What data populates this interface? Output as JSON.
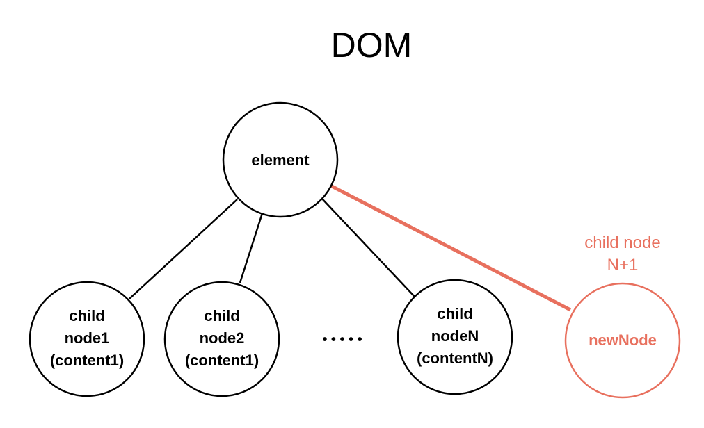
{
  "title": "DOM",
  "colors": {
    "stroke": "#000000",
    "accent": "#e8705e",
    "background": "#ffffff"
  },
  "root": {
    "label": "element"
  },
  "children": [
    {
      "lines": [
        "child",
        "node1",
        "(content1)"
      ]
    },
    {
      "lines": [
        "child",
        "node2",
        "(content1)"
      ]
    },
    {
      "lines": [
        "child",
        "nodeN",
        "(contentN)"
      ]
    }
  ],
  "ellipsis": "• • • • •",
  "new_node": {
    "label": "newNode",
    "annotation_lines": [
      "child node",
      "N+1"
    ]
  }
}
